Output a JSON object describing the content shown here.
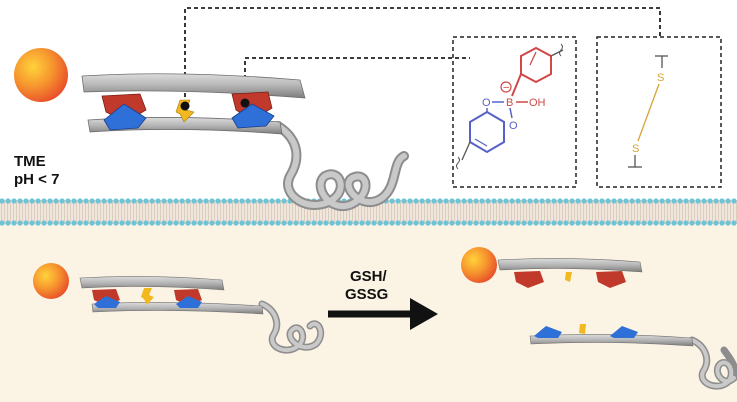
{
  "labels": {
    "environment_line1": "TME",
    "environment_line2": "pH < 7",
    "reagent_line1": "GSH/",
    "reagent_line2": "GSSG"
  },
  "chem_boronate": {
    "oxygen_left": "O",
    "boron": "B",
    "charge": "−",
    "hydroxyl": "OH",
    "oxygen_lower": "O"
  },
  "chem_disulfide": {
    "sulfur_top": "S",
    "sulfur_bottom": "S"
  },
  "colors": {
    "sphere": "#f4772e",
    "red_block": "#c0392b",
    "blue_block": "#2e6fd8",
    "yellow_link": "#f2b820",
    "ribbon": "#a9a9a9",
    "membrane_head": "#6cc4d6",
    "lower_background": "#fbf3e4",
    "boronate_ring_red": "#d04848",
    "boronate_ring_blue": "#5662c8",
    "disulfide_color": "#d7a334"
  }
}
